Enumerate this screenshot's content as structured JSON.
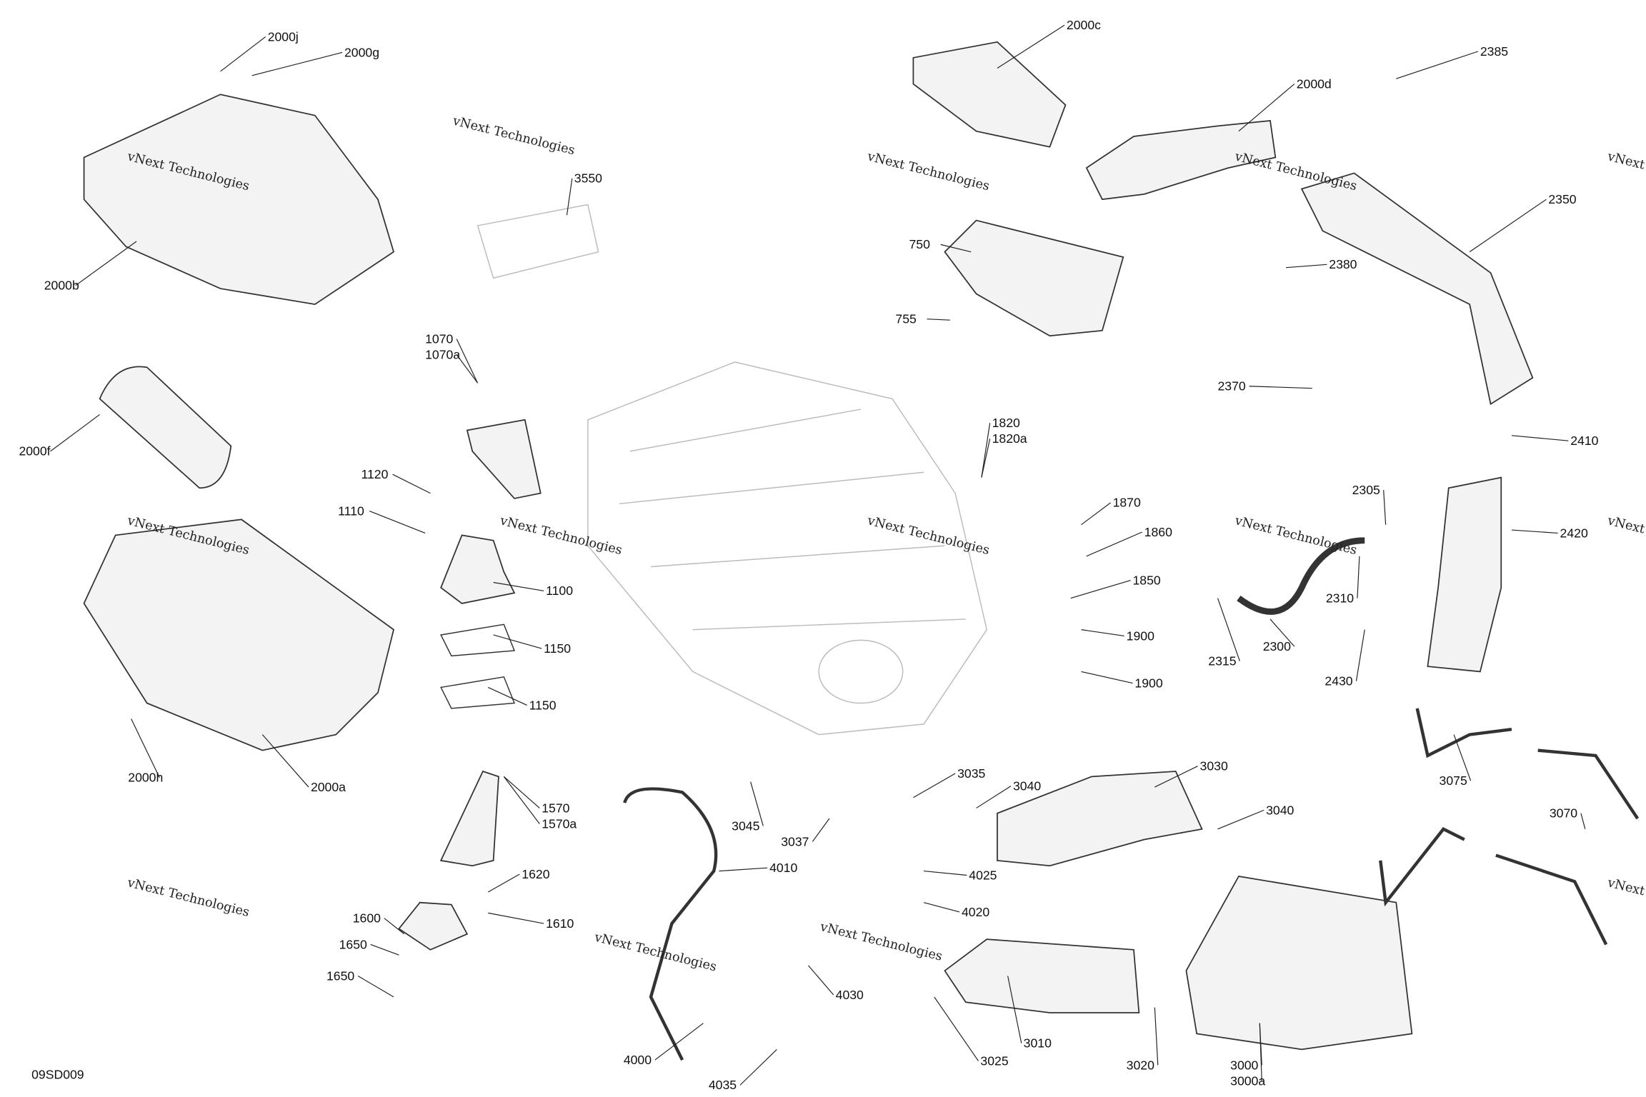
{
  "diagram": {
    "code": "09SD009",
    "watermark": "vNext Technologies",
    "labels": [
      "2000j",
      "2000g",
      "2000b",
      "2000f",
      "2000h",
      "2000a",
      "3550",
      "1070",
      "1070a",
      "1120",
      "1110",
      "1100",
      "1150",
      "1150",
      "1570",
      "1570a",
      "1620",
      "1610",
      "1600",
      "1650",
      "1650",
      "2000c",
      "2000d",
      "750",
      "755",
      "2385",
      "2350",
      "2380",
      "2370",
      "2410",
      "1820",
      "1820a",
      "1870",
      "1860",
      "1850",
      "1900",
      "1900",
      "2305",
      "2420",
      "2310",
      "2315",
      "2300",
      "2430",
      "3075",
      "3070",
      "3035",
      "3040",
      "3030",
      "3040",
      "3045",
      "3037",
      "4010",
      "4025",
      "4020",
      "4030",
      "3010",
      "3025",
      "3020",
      "3000",
      "3000a",
      "4000",
      "4035"
    ]
  }
}
